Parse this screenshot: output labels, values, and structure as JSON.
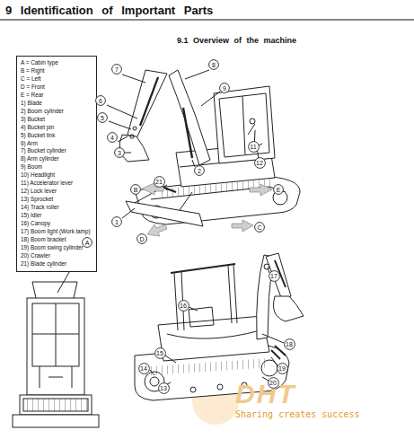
{
  "diagram": {
    "title": "9 Identification of Important Parts",
    "nodes": [
      {
        "text": [
          "A = Cabin type",
          "B = Right",
          "C = Left",
          "D = Front",
          "E = Rear",
          "1) Blade",
          "2) Boom cylinder",
          "3) Bucket",
          "4) Bucket pin",
          "5) Bucket link",
          "6) Arm",
          "7) Bucket cylinder",
          "8) Arm cylinder",
          "9) Boom",
          "10) Headlight",
          "11) Accelerator lever",
          "12) Lock lever",
          "13) Sprocket",
          "14) Track roller",
          "15) Idler",
          "16) Canopy",
          "17) Boom light (Work lamp)",
          "18) Boom bracket",
          "19) Boom swing cylinder",
          "20) Crawler",
          "21) Blade cylinder"
        ]
      },
      {
        "text": [
          "7"
        ]
      },
      {
        "text": [
          "8"
        ]
      },
      {
        "text": [
          "9"
        ]
      },
      {
        "text": [
          "6"
        ]
      },
      {
        "text": [
          "5"
        ]
      },
      {
        "text": [
          "4"
        ]
      },
      {
        "text": [
          "3"
        ]
      },
      {
        "text": [
          "2"
        ]
      },
      {
        "text": [
          "11"
        ]
      },
      {
        "text": [
          "12"
        ]
      },
      {
        "text": [
          "B"
        ]
      },
      {
        "text": [
          "21"
        ]
      },
      {
        "text": [
          "E"
        ]
      },
      {
        "text": [
          "1"
        ]
      },
      {
        "text": [
          "D"
        ]
      },
      {
        "text": [
          "C"
        ]
      },
      {
        "text": [
          "17"
        ]
      },
      {
        "text": [
          "16"
        ]
      },
      {
        "text": [
          "18"
        ]
      },
      {
        "text": [
          "15"
        ]
      },
      {
        "text": [
          "14"
        ]
      },
      {
        "text": [
          "19"
        ]
      },
      {
        "text": [
          "13"
        ]
      },
      {
        "text": [
          "20"
        ]
      },
      {
        "text": [
          "A"
        ]
      }
    ],
    "labels": [
      "9.1 Overview of the machine",
      "DHT",
      "Sharing creates success"
    ]
  }
}
